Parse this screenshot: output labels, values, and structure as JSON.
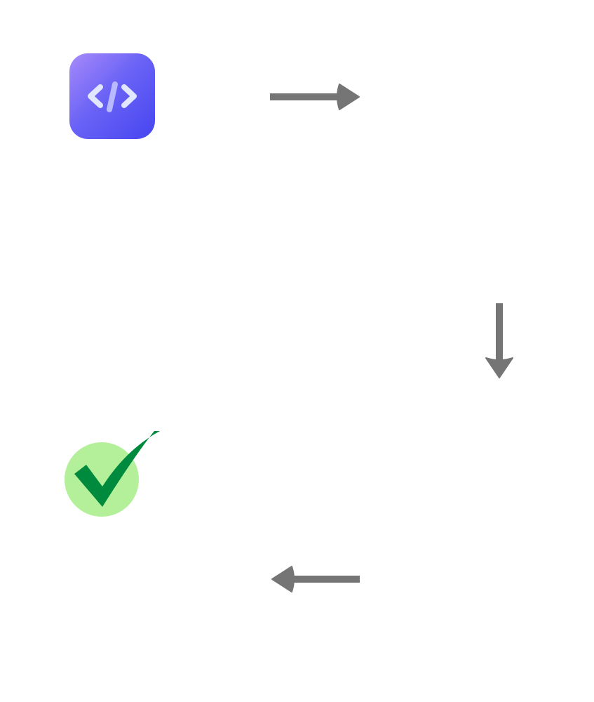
{
  "diagram": {
    "nodes": [
      {
        "id": "code",
        "icon": "code-brackets-icon",
        "colors": {
          "gradient_start": "#A78BFA",
          "gradient_end": "#4F46E5",
          "glyph": "#E0E7FF"
        }
      },
      {
        "id": "success",
        "icon": "check-circle-icon",
        "colors": {
          "circle": "#B4F09A",
          "check": "#008A3E"
        }
      }
    ],
    "arrows": [
      {
        "direction": "right",
        "color": "#757575"
      },
      {
        "direction": "down",
        "color": "#757575"
      },
      {
        "direction": "left",
        "color": "#757575"
      }
    ]
  }
}
